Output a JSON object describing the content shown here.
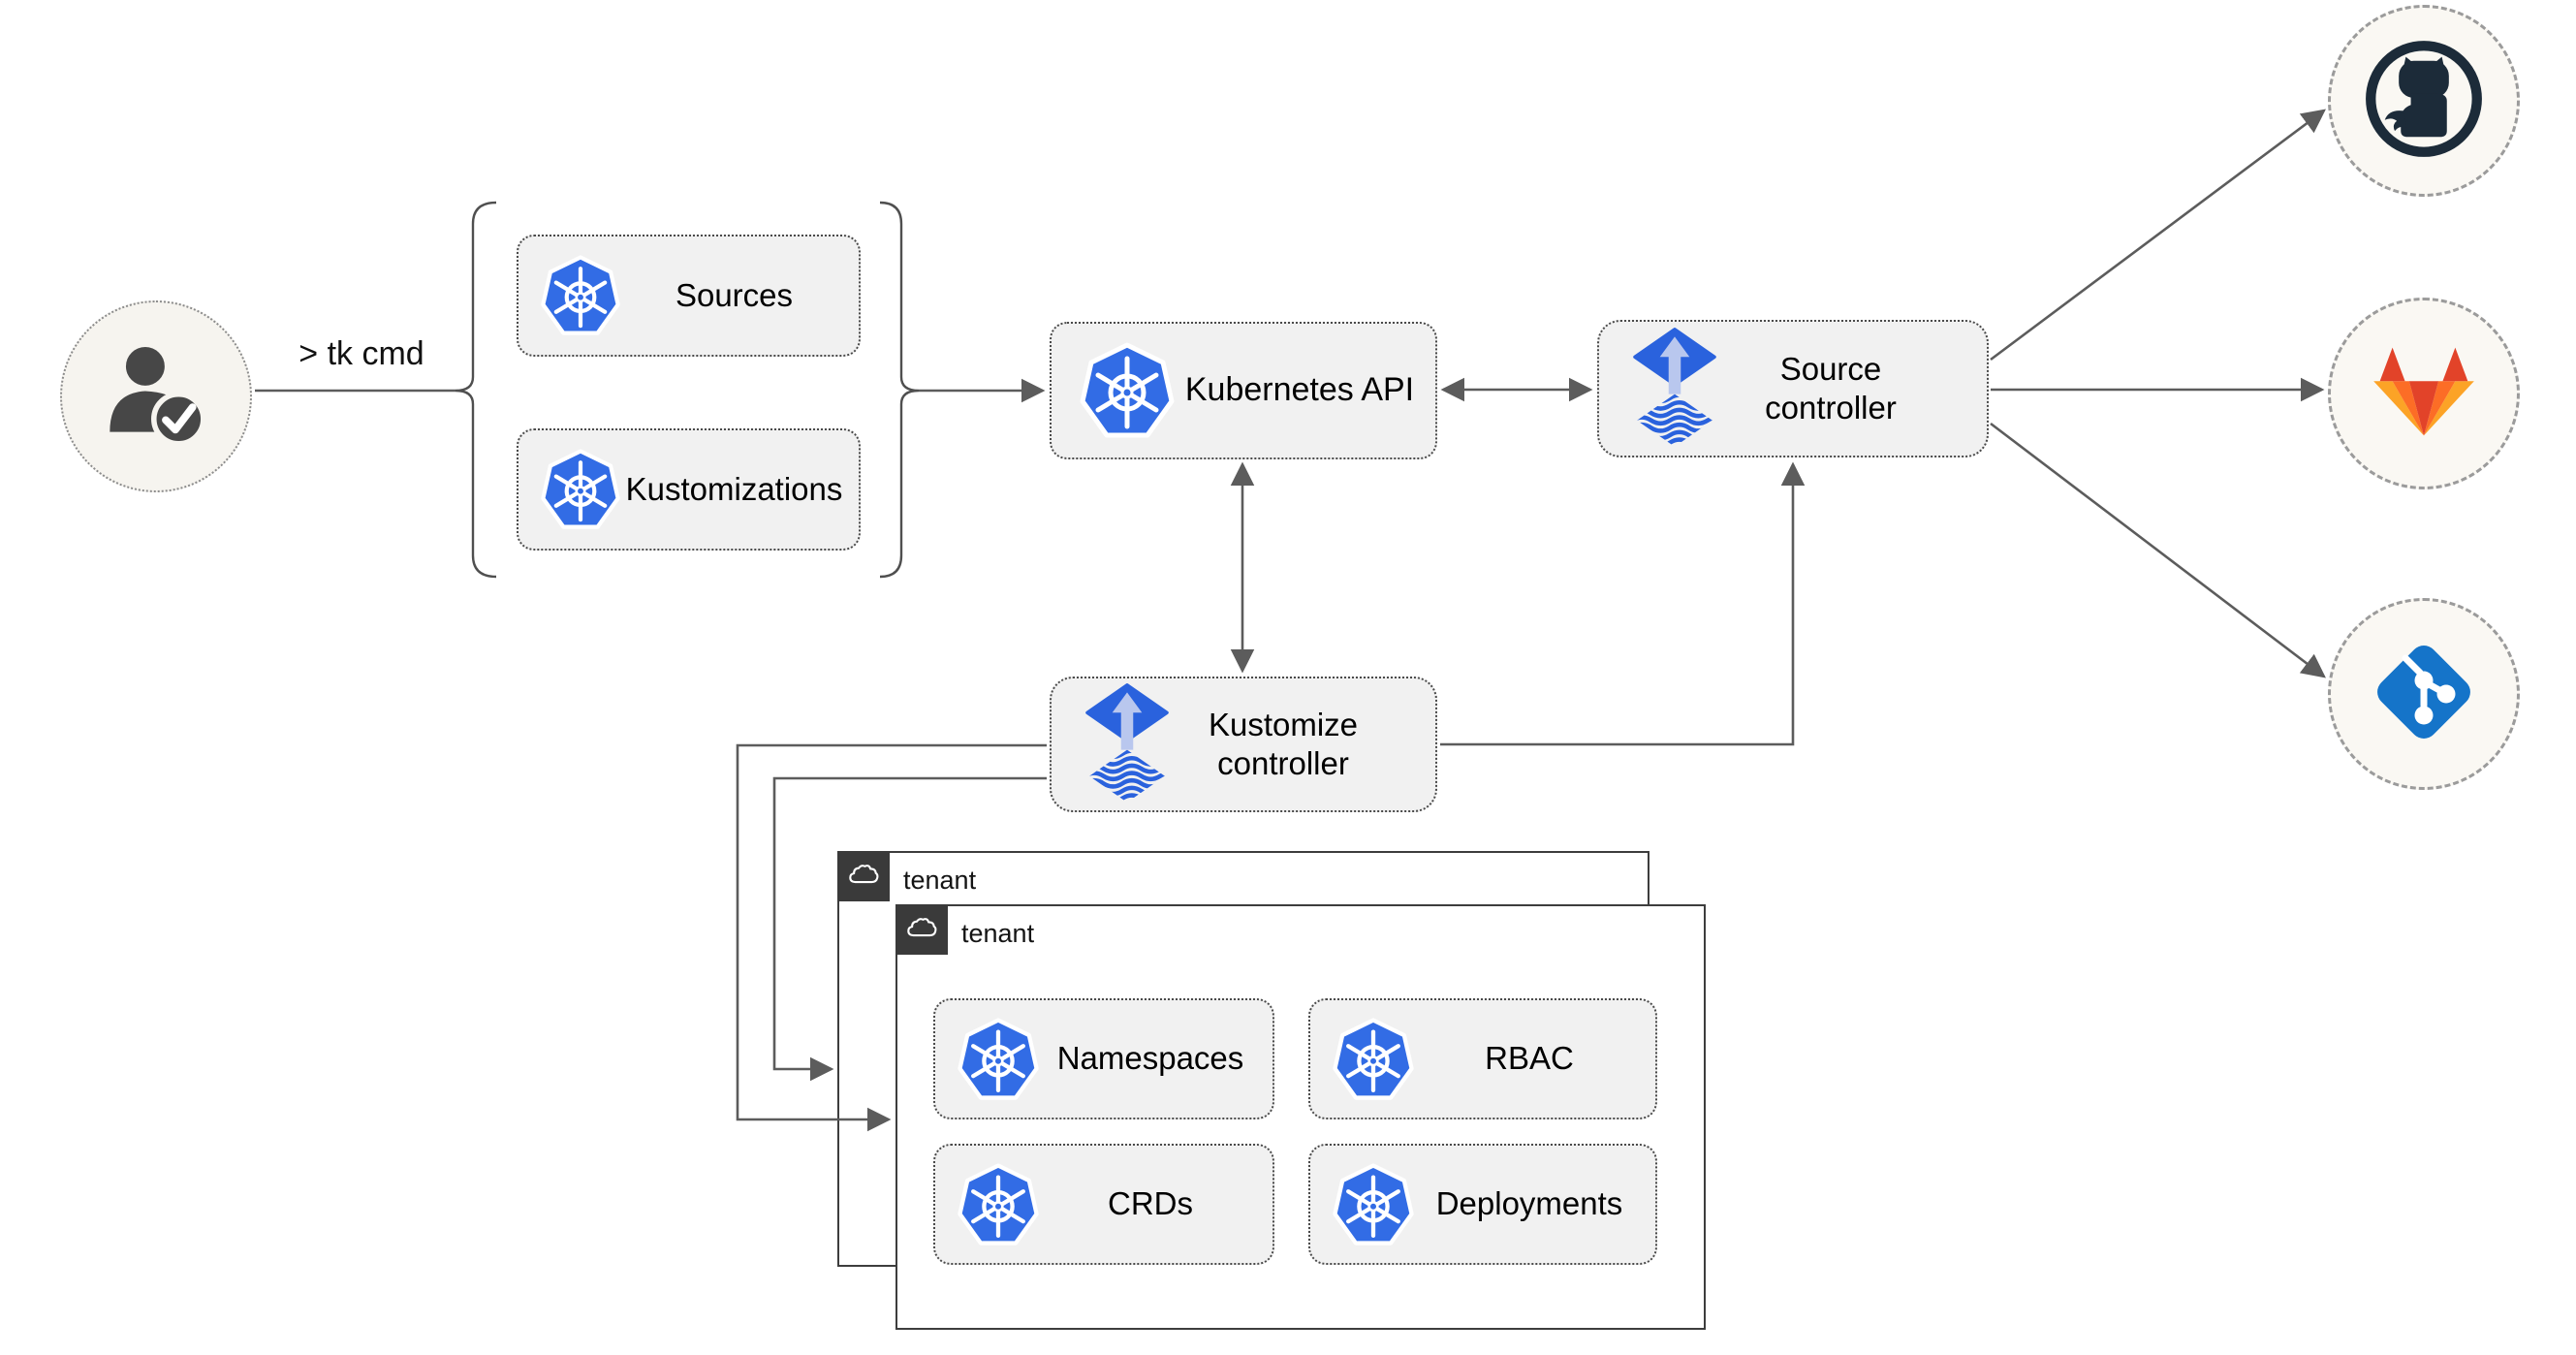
{
  "diagram": {
    "cli_label": "> tk cmd",
    "nodes": {
      "sources": "Sources",
      "kustomizations": "Kustomizations",
      "kubernetes_api": "Kubernetes API",
      "source_controller": "Source controller",
      "kustomize_controller": "Kustomize controller"
    },
    "tenant_back": {
      "label": "tenant"
    },
    "tenant_front": {
      "label": "tenant"
    },
    "tenant_resources": {
      "namespaces": "Namespaces",
      "rbac": "RBAC",
      "crds": "CRDs",
      "deployments": "Deployments"
    },
    "icons": {
      "user": "user-check-icon",
      "kubernetes": "kubernetes-icon",
      "flux": "flux-icon",
      "cloud": "cloud-icon",
      "github": "github-icon",
      "gitlab": "gitlab-icon",
      "git": "git-icon"
    },
    "colors": {
      "kubernetes_blue": "#326ce5",
      "flux_blue": "#2a62dd",
      "flux_arrow_light": "#b9c7ee",
      "github_dark": "#1c2b39",
      "gitlab_red": "#e24329",
      "gitlab_orange": "#fc6d26",
      "gitlab_light_orange": "#fca326",
      "git_blue": "#1574c9",
      "wire_gray": "#5c5c5c",
      "node_fill": "#f1f1f1",
      "tenant_header_dark": "#3a3a3a"
    }
  }
}
